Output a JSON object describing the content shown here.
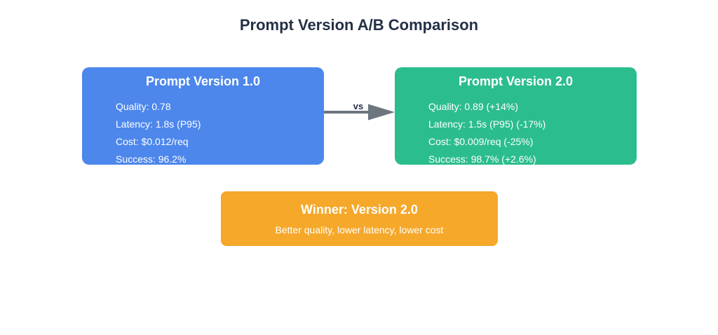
{
  "page": {
    "background": "#ffffff",
    "title": "Prompt Version A/B Comparison",
    "title_color": "#233046"
  },
  "version_a": {
    "title": "Prompt Version 1.0",
    "color": "#4d87ec",
    "metrics": [
      "Quality: 0.78",
      "Latency: 1.8s (P95)",
      "Cost: $0.012/req",
      "Success: 96.2%"
    ]
  },
  "version_b": {
    "title": "Prompt Version 2.0",
    "color": "#2cbd8e",
    "metrics": [
      "Quality: 0.89 (+14%)",
      "Latency: 1.5s (P95) (-17%)",
      "Cost: $0.009/req (-25%)",
      "Success: 98.7% (+2.6%)"
    ]
  },
  "connector": {
    "label": "vs",
    "color": "#6d757f"
  },
  "winner": {
    "title": "Winner: Version 2.0",
    "subtitle": "Better quality, lower latency, lower cost",
    "color": "#f5a82a"
  }
}
